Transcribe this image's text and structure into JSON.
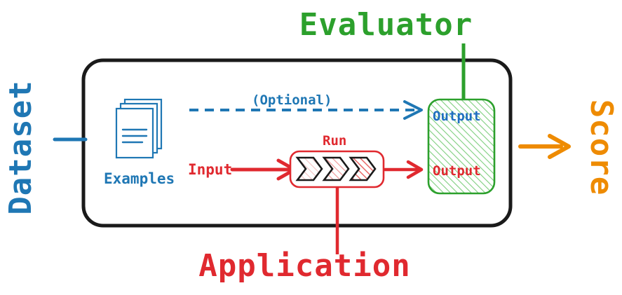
{
  "diagram": {
    "title": "LLM Evaluation Pipeline Diagram",
    "colors": {
      "blue": "#1f77b4",
      "blue_text": "#1f6fc0",
      "red": "#e0292f",
      "green": "#2ca02c",
      "orange": "#ee8b02",
      "black": "#1a1a1a",
      "background": "#ffffff"
    },
    "outer_container": {
      "name": "experiment-boundary",
      "stroke": "#1a1a1a",
      "fill": "none"
    },
    "labels": {
      "dataset": "Dataset",
      "evaluator": "Evaluator",
      "score": "Score",
      "application": "Application",
      "examples": "Examples",
      "optional": "(Optional)",
      "input": "Input",
      "run": "Run",
      "output_top": "Output",
      "output_bottom": "Output"
    },
    "nodes": [
      {
        "id": "examples",
        "label": "Examples",
        "icon": "stacked-documents-icon",
        "color": "#1f77b4",
        "description": "Three stacked document pages with text rules"
      },
      {
        "id": "run",
        "label": "Run",
        "icon": "chevron-pipeline-icon",
        "color": "#e0292f",
        "chevron_count": 3,
        "description": "Rounded red box containing three hatched chevrons of increasing density"
      },
      {
        "id": "output",
        "label": "Output",
        "color": "#2ca02c",
        "fill": "green-diagonal-hatch",
        "entries": [
          "Output",
          "Output"
        ],
        "description": "Green rounded box with diagonal hatch fill holding two Output slots"
      }
    ],
    "edges": [
      {
        "id": "dataset-to-box",
        "from": "Dataset",
        "to": "experiment-boundary",
        "style": "solid",
        "color": "#1f77b4",
        "arrow": false
      },
      {
        "id": "examples-to-output-optional",
        "from": "Examples",
        "to": "Output",
        "style": "dashed",
        "color": "#1f77b4",
        "arrow": true,
        "label": "(Optional)"
      },
      {
        "id": "input-to-run",
        "from": "Input",
        "to": "Run",
        "style": "solid",
        "color": "#e0292f",
        "arrow": true
      },
      {
        "id": "run-to-output",
        "from": "Run",
        "to": "Output",
        "style": "solid",
        "color": "#e0292f",
        "arrow": true
      },
      {
        "id": "application-to-run",
        "from": "Application",
        "to": "Run",
        "style": "solid",
        "color": "#e0292f",
        "arrow": false
      },
      {
        "id": "evaluator-to-output",
        "from": "Evaluator",
        "to": "Output",
        "style": "solid",
        "color": "#2ca02c",
        "arrow": false
      },
      {
        "id": "box-to-score",
        "from": "experiment-boundary",
        "to": "Score",
        "style": "solid",
        "color": "#ee8b02",
        "arrow": true
      }
    ]
  }
}
